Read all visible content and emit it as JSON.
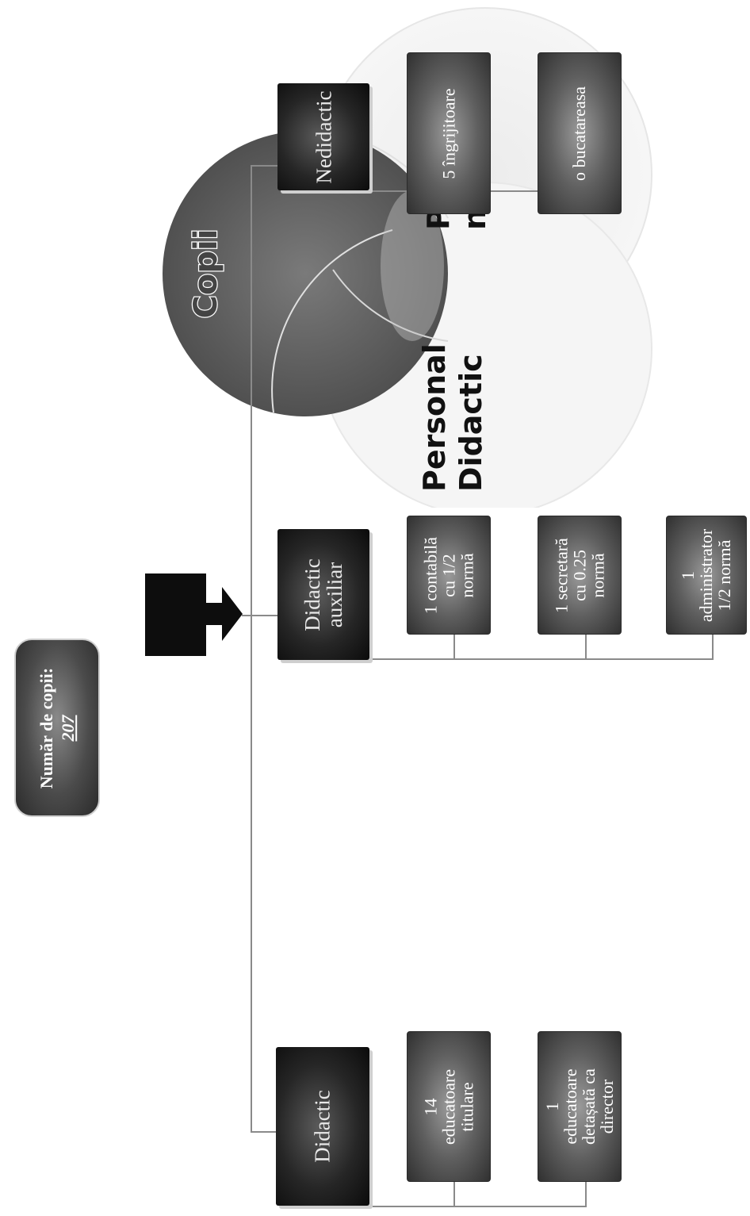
{
  "header": {
    "children_label": "Număr de copii:",
    "children_count": "207"
  },
  "categories": [
    {
      "label": "Didactic",
      "items": [
        "14 educatoare titulare",
        "1 educatoare detașată ca director"
      ]
    },
    {
      "label": "Didactic auxiliar",
      "items": [
        "1 contabilă cu 1/2 normă",
        "1 secretară cu 0.25 normă",
        "1 administrator 1/2 normă"
      ]
    },
    {
      "label": "Nedidactic",
      "items": [
        "5 îngrijitoare",
        "o bucatareasa"
      ]
    }
  ],
  "venn": {
    "center_label": "Copii",
    "labels": {
      "didactic": "Personal\nDidactic",
      "nedidactic": "Personal\nnedidactic"
    }
  },
  "colors": {
    "header_box": "#1a1a1a",
    "child_box": "#5f5f5f",
    "text_light": "#ffffff",
    "venn_dark": "#5b5b5b"
  }
}
